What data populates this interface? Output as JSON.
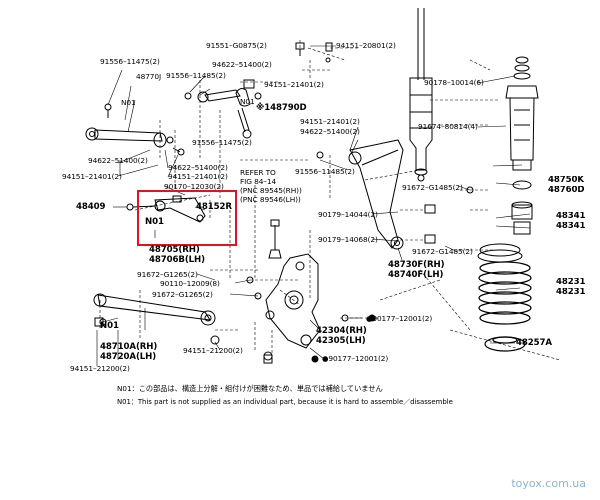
{
  "labels": {
    "p91556_11475_top": "91556–11475(2)",
    "p48770J": "48770J",
    "n01_a": "N01",
    "p91551_g0875": "91551–G0875(2)",
    "p94151_20801": "94151–20801(2)",
    "p91556_11485_top": "91556–11485(2)",
    "p94622_51400_top": "94622–51400(2)",
    "p94151_21401_top": "94151–21401(2)",
    "n01_b": "N01",
    "p148790D": "※148790D",
    "p90178_10014": "90178–10014(6)",
    "p91674_80814": "91674–80814(4)",
    "p94151_21401_mid": "94151–21401(2)",
    "p94622_51400_mid": "94622–51400(2)",
    "p91556_11475_mid": "91556–11475(2)",
    "p94622_51400_left": "94622–51400(2)",
    "p94151_21401_left": "94151–21401(2)",
    "p94622_51400_c": "94622–51400(2)",
    "p94151_21401_c": "94151–21401(2)",
    "p90170_12030": "90170–12030(2)",
    "refer1": "REFER TO",
    "refer2": "FIG 84–14",
    "refer3": "(PNC 89545(RH))",
    "refer4": "(PNC 89546(LH))",
    "p91556_11485_mid": "91556–11485(2)",
    "p48750K": "48750K",
    "p48760D": "48760D",
    "p91672_g1485_a": "91672–G1485(2)",
    "p48341_a": "48341",
    "p48341_b": "48341",
    "p48409": "48409",
    "n01_c": "N01",
    "p48152R": "48152R",
    "p90179_14044": "90179–14044(2)",
    "p90179_14068": "90179–14068(2)",
    "p91672_g1485_b": "91672–G1485(2)",
    "p48705": "48705(RH)",
    "p48706B": "48706B(LH)",
    "p48730F": "48730F(RH)",
    "p48740F": "48740F(LH)",
    "p91672_g1265_a": "91672–G1265(2)",
    "p90110_12009": "90110–12009(8)",
    "p48231_a": "48231",
    "p48231_b": "48231",
    "p91672_g1265_b": "91672–G1265(2)",
    "p90177_12001_a": "●90177–12001(2)",
    "n01_d": "N01",
    "p42304": "42304(RH)",
    "p42305": "42305(LH)",
    "p48257A": "48257A",
    "p48710A": "48710A(RH)",
    "p48720A": "48720A(LH)",
    "p94151_21200_a": "94151–21200(2)",
    "p90177_12001_b": "●90177–12001(2)",
    "p94151_21200_b": "94151–21200(2)"
  },
  "notes": {
    "jp": "N01：この部品は、構造上分解・組付けが困難なため、単品では補給していません",
    "en": "N01：This part is not supplied as an individual part, because it is hard to assemble／disassemble"
  },
  "watermark": "toyox.com.ua",
  "colors": {
    "highlight": "#e3131b",
    "watermark": "#8cb4d6"
  }
}
